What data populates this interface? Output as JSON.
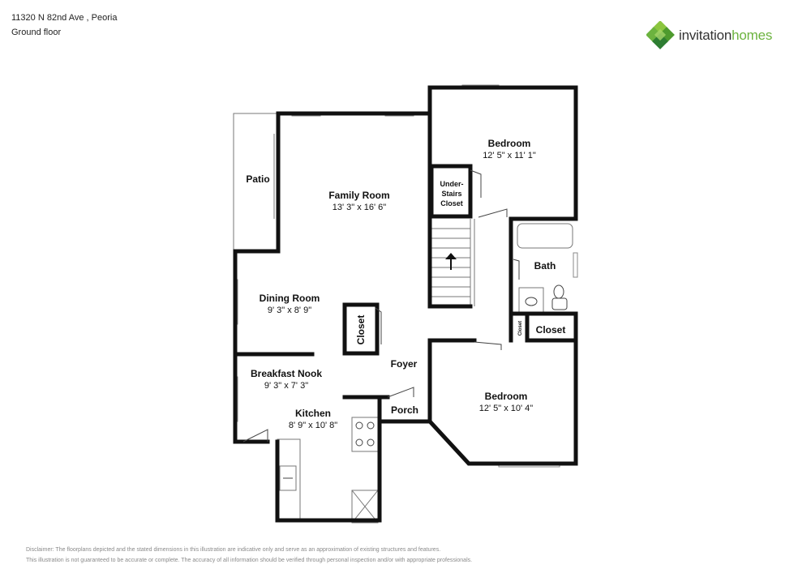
{
  "header": {
    "address": "11320 N 82nd Ave , Peoria",
    "floor": "Ground floor"
  },
  "logo": {
    "part1": "invitation",
    "part2": "homes",
    "colors": {
      "green": "#6cb33f",
      "dark_green": "#2e7d32",
      "text": "#333333"
    }
  },
  "rooms": {
    "bedroom1": {
      "name": "Bedroom",
      "dims": "12' 5\" x 11' 1\""
    },
    "family_room": {
      "name": "Family Room",
      "dims": "13' 3\" x 16' 6\""
    },
    "patio": {
      "name": "Patio"
    },
    "understairs": {
      "line1": "Under-",
      "line2": "Stairs",
      "line3": "Closet"
    },
    "bath": {
      "name": "Bath"
    },
    "dining": {
      "name": "Dining Room",
      "dims": "9' 3\" x 8' 9\""
    },
    "closet_center": {
      "name": "Closet"
    },
    "closet_small": {
      "name": "Closet"
    },
    "closet_right": {
      "name": "Closet"
    },
    "foyer": {
      "name": "Foyer"
    },
    "breakfast": {
      "name": "Breakfast Nook",
      "dims": "9' 3\" x 7' 3\""
    },
    "kitchen": {
      "name": "Kitchen",
      "dims": "8' 9\" x 10' 8\""
    },
    "porch": {
      "name": "Porch"
    },
    "bedroom2": {
      "name": "Bedroom",
      "dims": "12' 5\" x 10' 4\""
    }
  },
  "disclaimer": {
    "line1": "Disclaimer: The floorplans depicted and the stated dimensions in this illustration are indicative only and serve as an approximation of existing structures and features.",
    "line2": "This illustration is not guaranteed to be accurate or complete. The accuracy of all information should be verified through personal inspection and/or with appropriate professionals."
  }
}
